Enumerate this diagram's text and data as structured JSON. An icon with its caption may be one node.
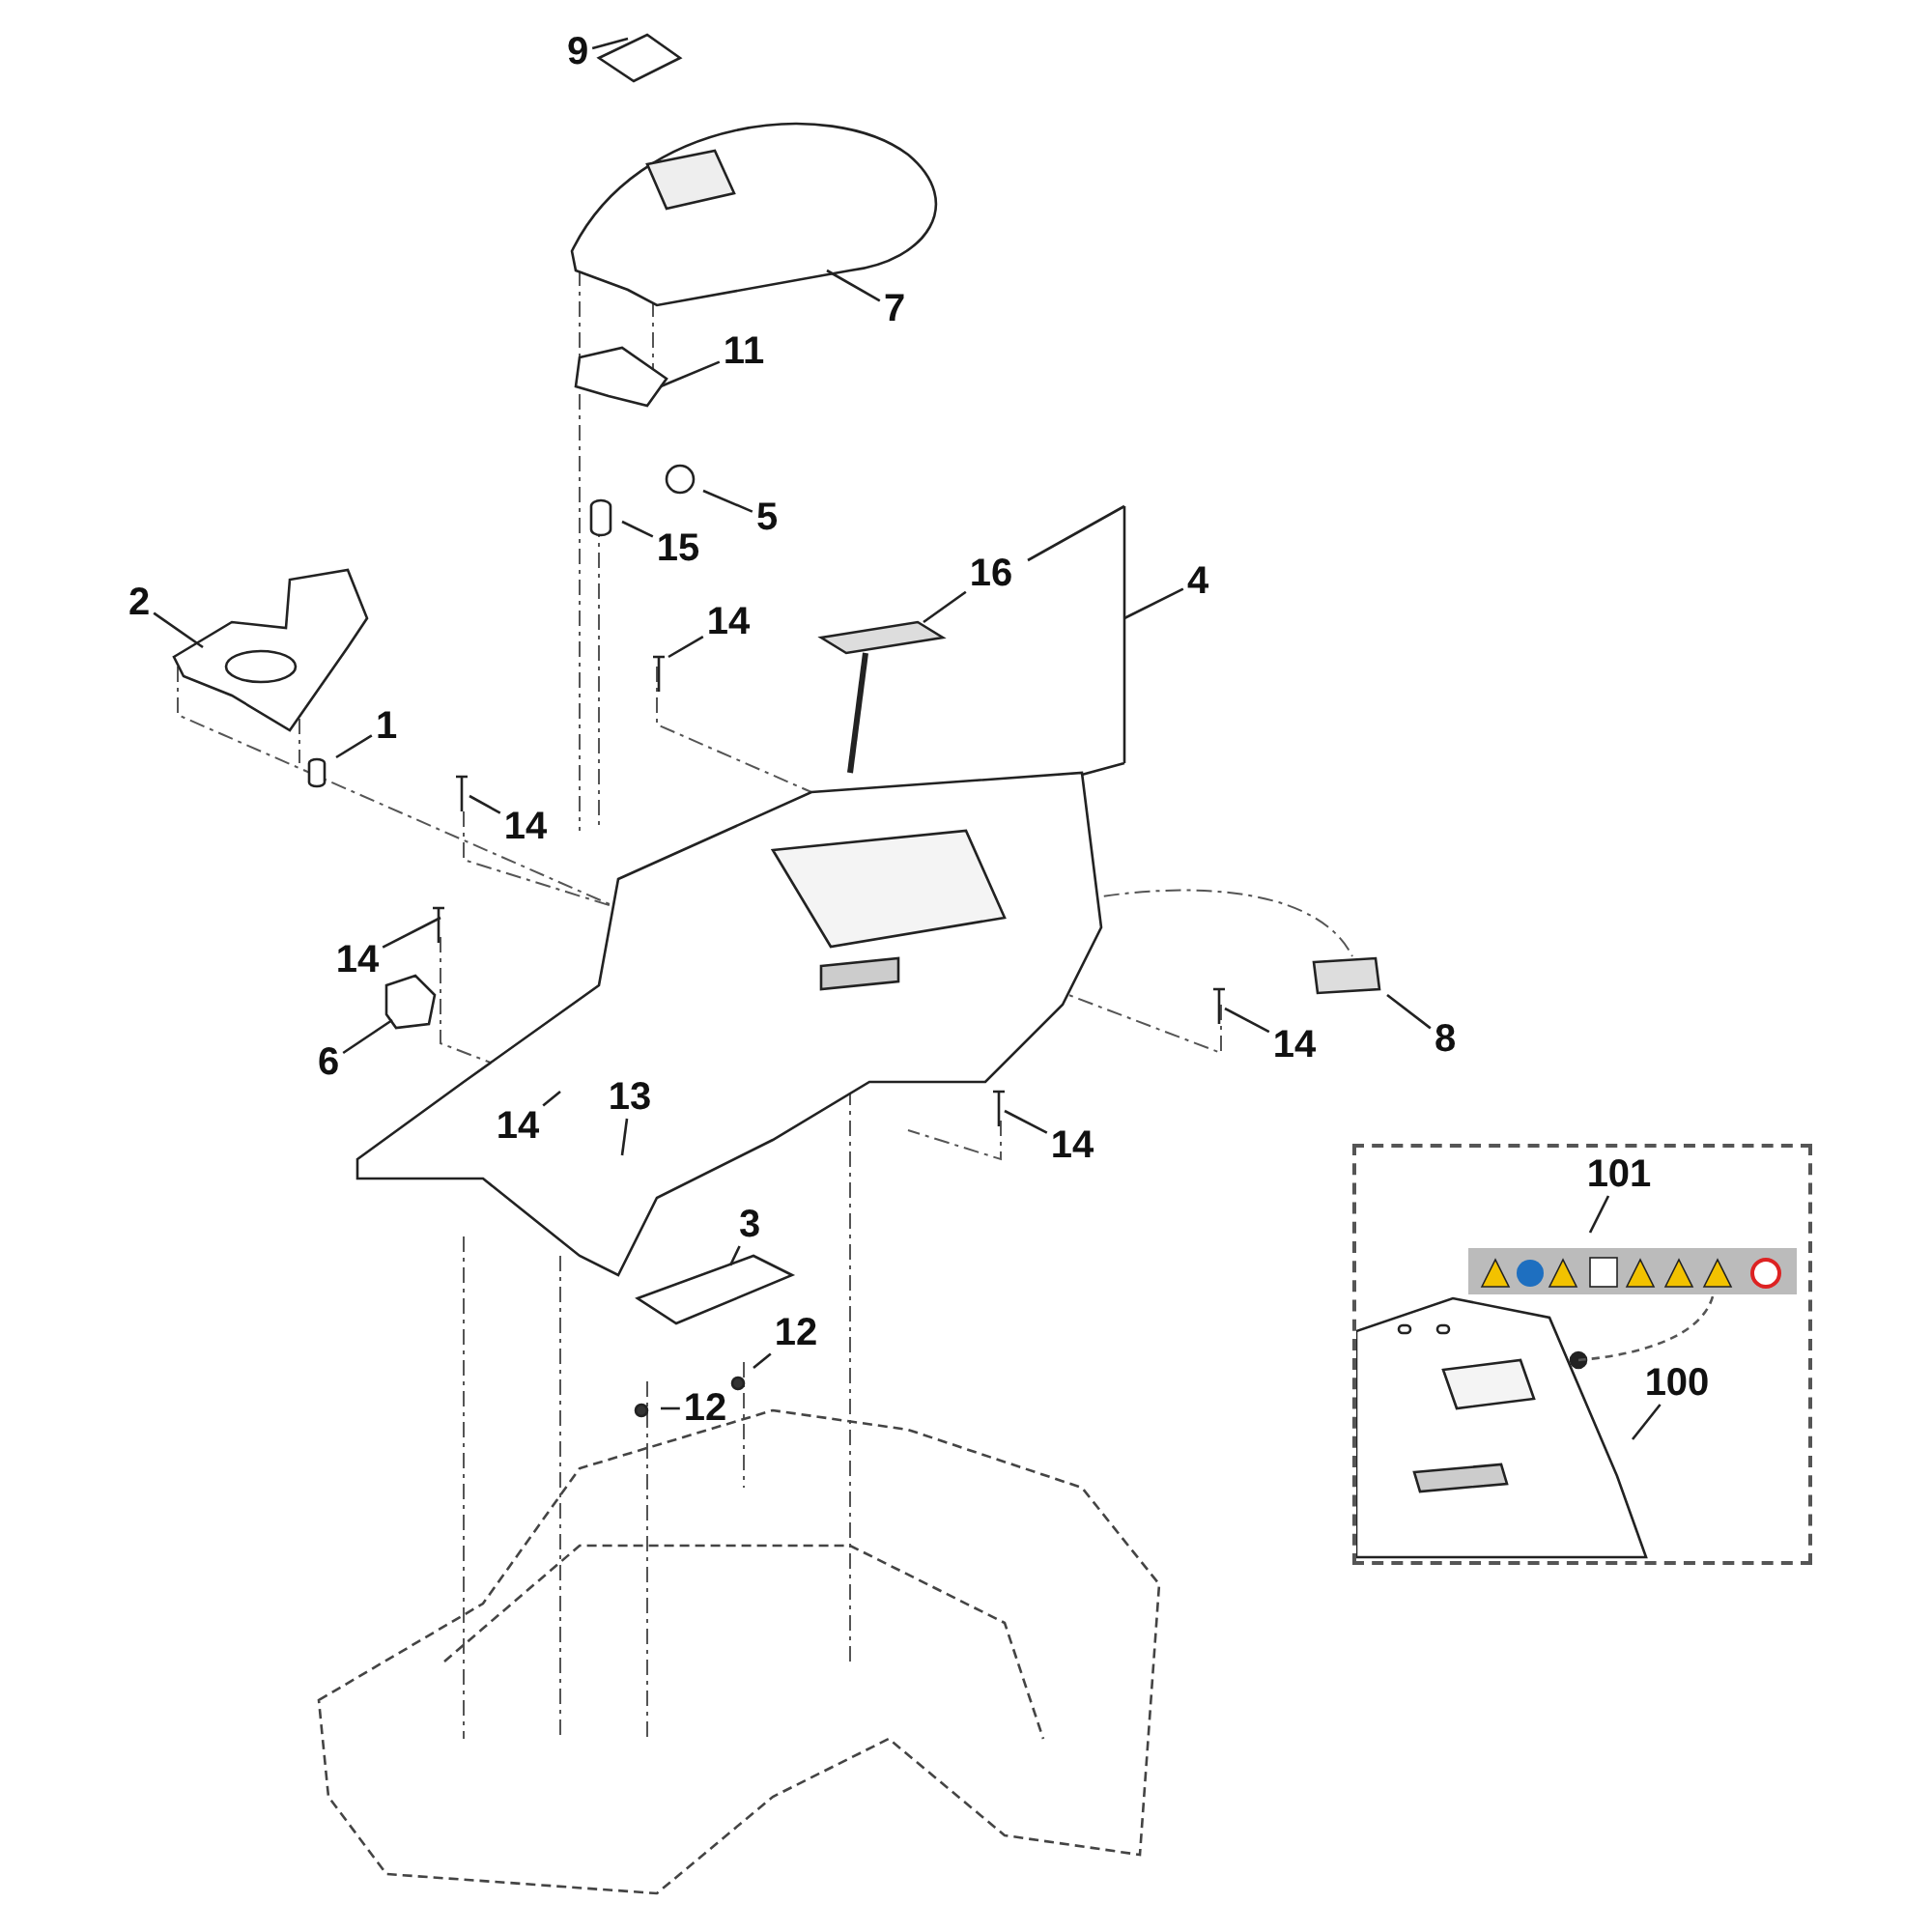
{
  "diagram": {
    "nodes": [
      {
        "text": [
          "9"
        ]
      },
      {
        "text": [
          "7"
        ]
      },
      {
        "text": [
          "11"
        ]
      },
      {
        "text": [
          "5"
        ]
      },
      {
        "text": [
          "15"
        ]
      },
      {
        "text": [
          "16"
        ]
      },
      {
        "text": [
          "4"
        ]
      },
      {
        "text": [
          "2"
        ]
      },
      {
        "text": [
          "14"
        ]
      },
      {
        "text": [
          "1"
        ]
      },
      {
        "text": [
          "14"
        ]
      },
      {
        "text": [
          "14"
        ]
      },
      {
        "text": [
          "6"
        ]
      },
      {
        "text": [
          "14"
        ]
      },
      {
        "text": [
          "13"
        ]
      },
      {
        "text": [
          "14"
        ]
      },
      {
        "text": [
          "8"
        ]
      },
      {
        "text": [
          "14"
        ]
      },
      {
        "text": [],
        "shape": "box"
      },
      {
        "text": [
          "101"
        ],
        "in": 18
      },
      {
        "text": [
          "100"
        ],
        "in": 18
      },
      {
        "text": [
          "3"
        ]
      },
      {
        "text": [
          "12"
        ]
      },
      {
        "text": [
          "12"
        ]
      }
    ],
    "edges": [
      {
        "from": 0,
        "to": null,
        "arrow": "none"
      },
      {
        "from": 1,
        "to": null,
        "arrow": "none"
      },
      {
        "from": 2,
        "to": null,
        "arrow": "none"
      },
      {
        "from": 3,
        "to": null,
        "arrow": "none"
      },
      {
        "from": 4,
        "to": null,
        "arrow": "none"
      },
      {
        "from": 5,
        "to": null,
        "arrow": "none"
      },
      {
        "from": 6,
        "to": null,
        "arrow": "none"
      },
      {
        "from": 7,
        "to": null,
        "arrow": "none"
      },
      {
        "from": 8,
        "to": null,
        "arrow": "none"
      },
      {
        "from": 9,
        "to": null,
        "arrow": "none"
      },
      {
        "from": 10,
        "to": null,
        "arrow": "none"
      },
      {
        "from": 11,
        "to": null,
        "arrow": "none"
      },
      {
        "from": 12,
        "to": null,
        "arrow": "none"
      },
      {
        "from": 13,
        "to": null,
        "arrow": "none"
      },
      {
        "from": 14,
        "to": null,
        "arrow": "none"
      },
      {
        "from": 15,
        "to": null,
        "arrow": "none"
      },
      {
        "from": 16,
        "to": null,
        "arrow": "none"
      },
      {
        "from": 17,
        "to": null,
        "arrow": "none"
      },
      {
        "from": 19,
        "to": null,
        "arrow": "none"
      },
      {
        "from": 20,
        "to": null,
        "arrow": "none"
      },
      {
        "from": 21,
        "to": null,
        "arrow": "none"
      },
      {
        "from": 22,
        "to": null,
        "arrow": "none"
      },
      {
        "from": 23,
        "to": null,
        "arrow": "none"
      }
    ]
  }
}
